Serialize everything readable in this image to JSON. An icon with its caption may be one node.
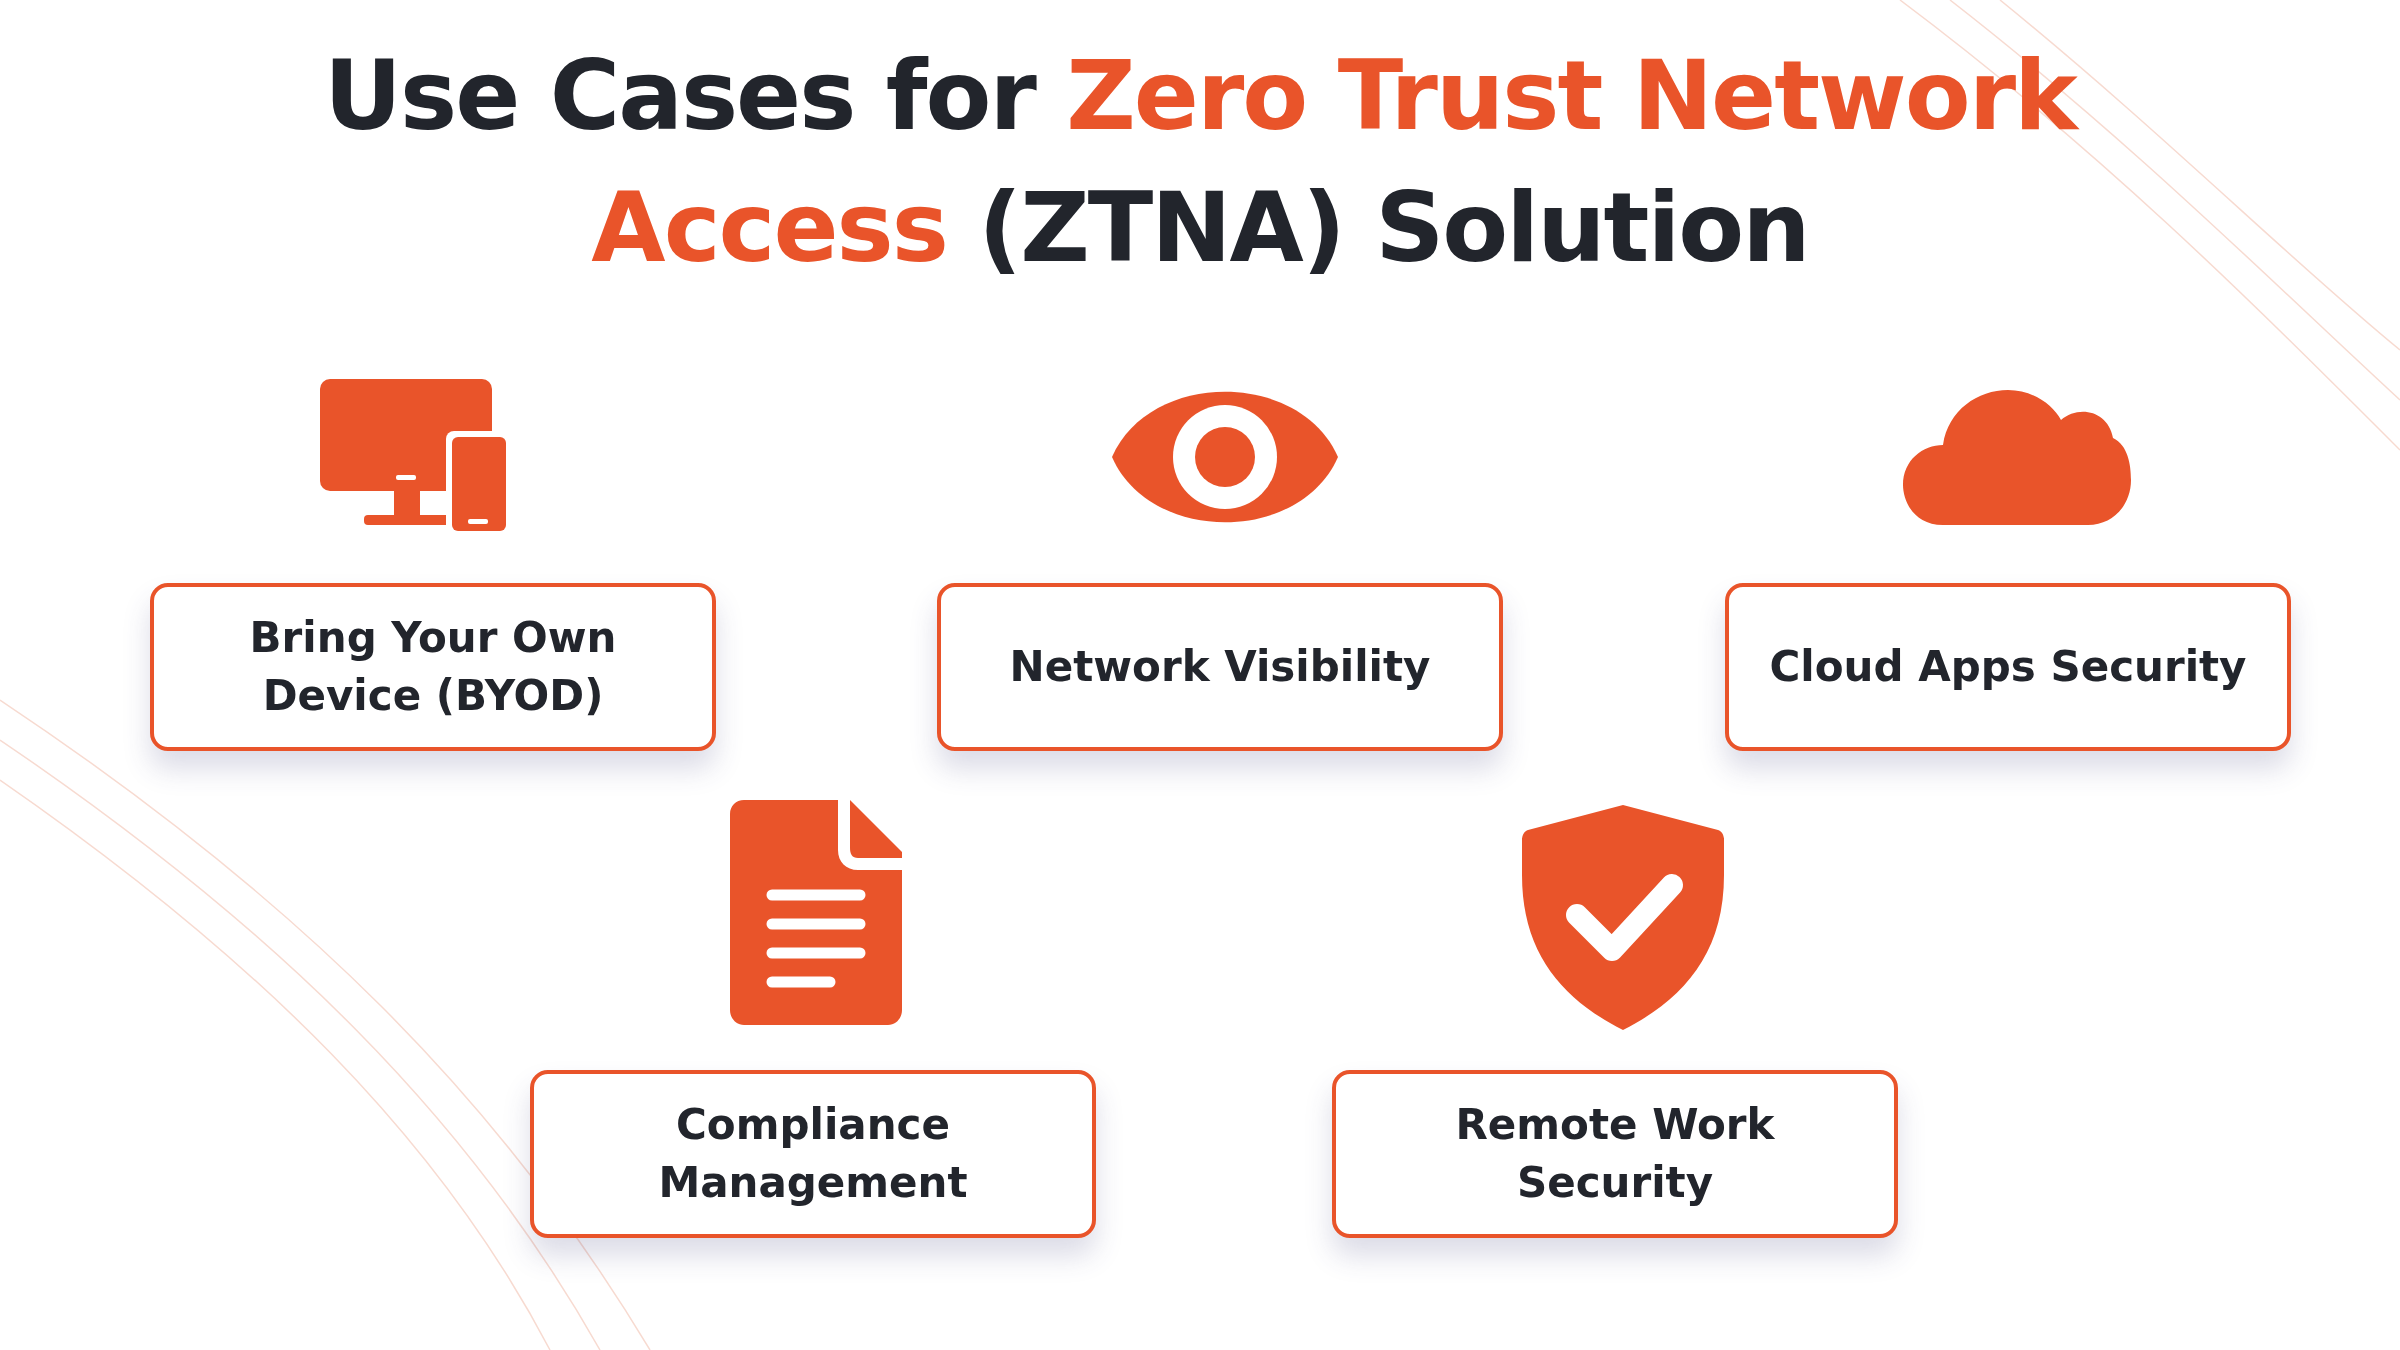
{
  "diagram": {
    "title": "Use Cases for **Zero Trust Network Access** (ZTNA) Solution",
    "nodes": [
      {
        "text": [
          "Bring Your Own Device (BYOD)"
        ]
      },
      {
        "text": [
          "Network Visibility"
        ]
      },
      {
        "text": [
          "Cloud Apps Security"
        ]
      },
      {
        "text": [
          "Compliance Management"
        ]
      },
      {
        "text": [
          "Remote Work Security"
        ]
      }
    ]
  }
}
